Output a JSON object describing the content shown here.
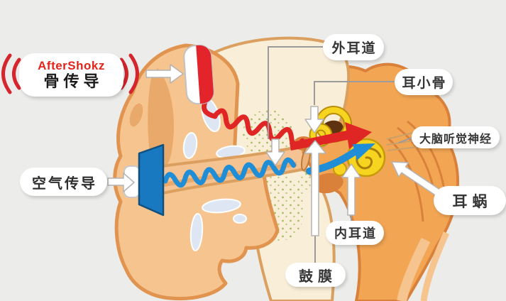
{
  "labels": {
    "brand": "AfterShokz",
    "bone_conduction": "骨传导",
    "air_conduction": "空气传导",
    "ear_canal": "外耳道",
    "ossicles": "耳小骨",
    "auditory_nerve": "大脑听觉神经",
    "cochlea": "耳蜗",
    "internal_auditory_canal": "内耳道",
    "eardrum": "鼓膜"
  },
  "colors": {
    "background": "#ececea",
    "brand_red": "#e1251b",
    "wave_red": "#e02525",
    "wave_blue": "#1f8ed6",
    "speaker_blue": "#1878c0",
    "skin": "#f6c48e",
    "skin_outline": "#e0944f",
    "bone": "#f9eed8",
    "inner_ear_yellow": "#f6d41f",
    "backdrop_orange": "#f2a654"
  }
}
